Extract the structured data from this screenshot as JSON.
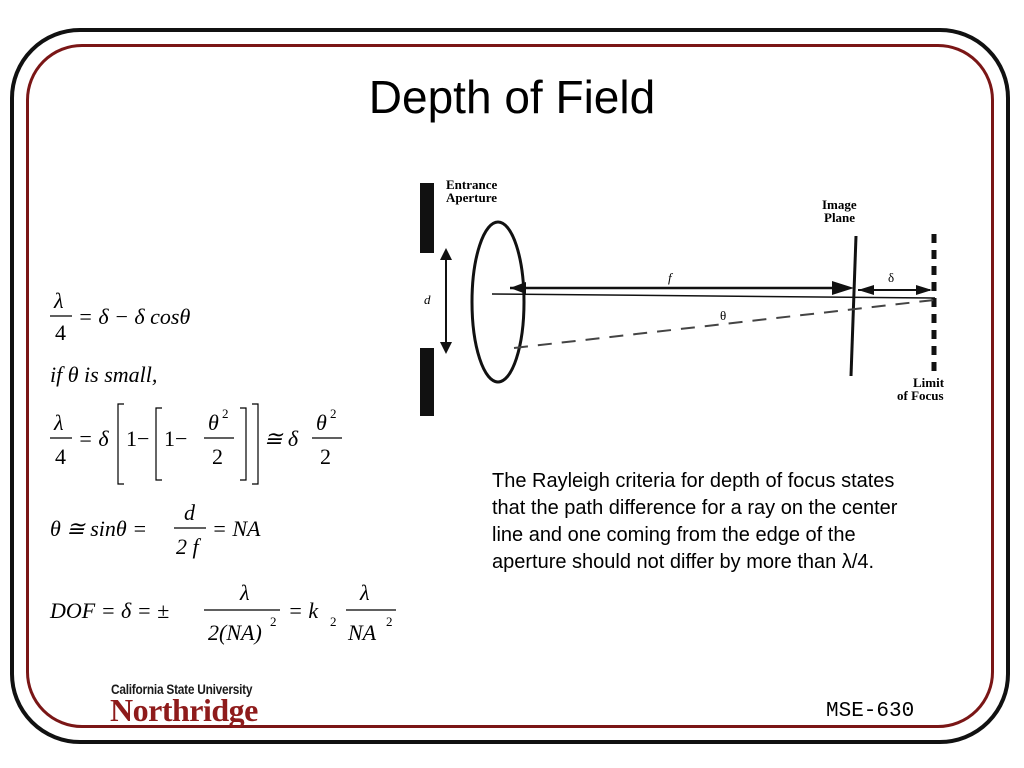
{
  "slide": {
    "title": "Depth of Field",
    "description": "The Rayleigh criteria for depth of focus states that the path difference for a ray on the center line and one coming from the edge of the aperture should not differ by more than λ/4.",
    "footer": "MSE-630"
  },
  "logo": {
    "line1": "California State University",
    "line2": "Northridge"
  },
  "diagram": {
    "entrance_aperture": "Entrance",
    "entrance_aperture_2": "Aperture",
    "image_plane": "Image",
    "image_plane_2": "Plane",
    "limit_focus": "Limit",
    "limit_focus_2": "of Focus",
    "label_d": "d",
    "label_f": "f",
    "label_theta": "θ",
    "label_delta": "δ"
  },
  "equations": {
    "eq1": {
      "lhs_num": "λ",
      "lhs_den": "4",
      "rhs": "= δ − δ cosθ"
    },
    "eq2": {
      "text": "if  θ is small,"
    },
    "eq3": {
      "lhs_num": "λ",
      "lhs_den": "4",
      "a": "= δ",
      "one1": "1−",
      "one2": "1−",
      "theta_sq": "θ",
      "exp2": "2",
      "den2": "2",
      "approx": "≅ δ",
      "theta_sq2": "θ",
      "exp3": "2",
      "den3": "2"
    },
    "eq4": {
      "lhs": "θ ≅ sinθ =",
      "num": "d",
      "den": "2 f",
      "rhs": "= NA"
    },
    "eq5": {
      "lhs": "DOF = δ = ±",
      "num": "λ",
      "den": "2(NA)",
      "exp": "2",
      "mid": "= k",
      "sub": "2",
      "num2": "λ",
      "den2": "NA",
      "exp2": "2"
    }
  }
}
